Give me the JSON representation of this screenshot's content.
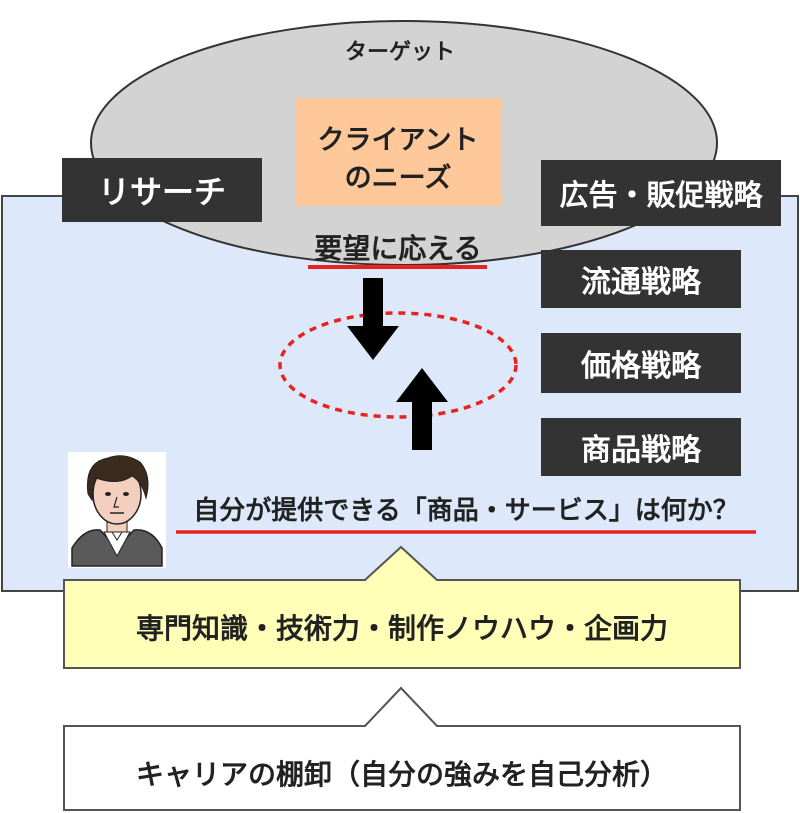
{
  "target": {
    "label": "ターゲット"
  },
  "client_needs": {
    "line1": "クライアント",
    "line2": "のニーズ"
  },
  "respond_label": "要望に応える",
  "research_label": "リサーチ",
  "strategies": {
    "advertising": "広告・販促戦略",
    "distribution": "流通戦略",
    "pricing": "価格戦略",
    "product": "商品戦略"
  },
  "question": "自分が提供できる「商品・サービス」は何か？",
  "skills": "専門知識・技術力・制作ノウハウ・企画力",
  "career": "キャリアの棚卸（自分の強みを自己分析）",
  "colors": {
    "panel_bg": "#dde9fb",
    "ellipse_fill": "#d3d3d3",
    "needs_fill": "#ffc89b",
    "dark_label": "#333333",
    "skills_fill": "#ffffb8",
    "accent_red": "#e8231f"
  }
}
